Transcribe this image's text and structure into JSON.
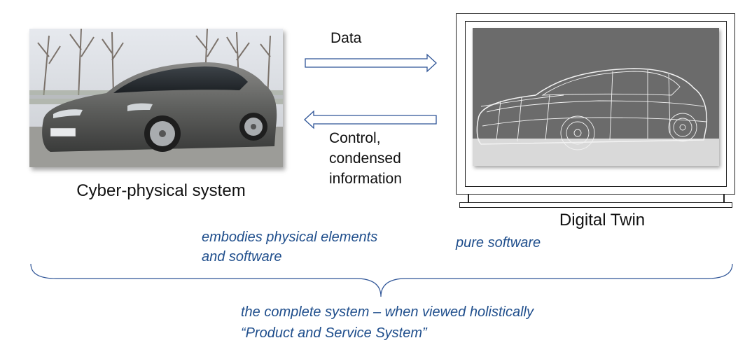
{
  "left": {
    "title": "Cyber-physical system",
    "note": "embodies physical elements and software"
  },
  "right": {
    "title": "Digital Twin",
    "note": "pure software"
  },
  "arrows": {
    "top_label": "Data",
    "bottom_label": "Control, condensed information"
  },
  "summary": {
    "line1": "the complete system – when viewed holistically",
    "line2": "“Product and Service System”"
  },
  "colors": {
    "note_text": "#1f4e8c",
    "brace": "#2f5597",
    "arrow": "#2f5597"
  }
}
